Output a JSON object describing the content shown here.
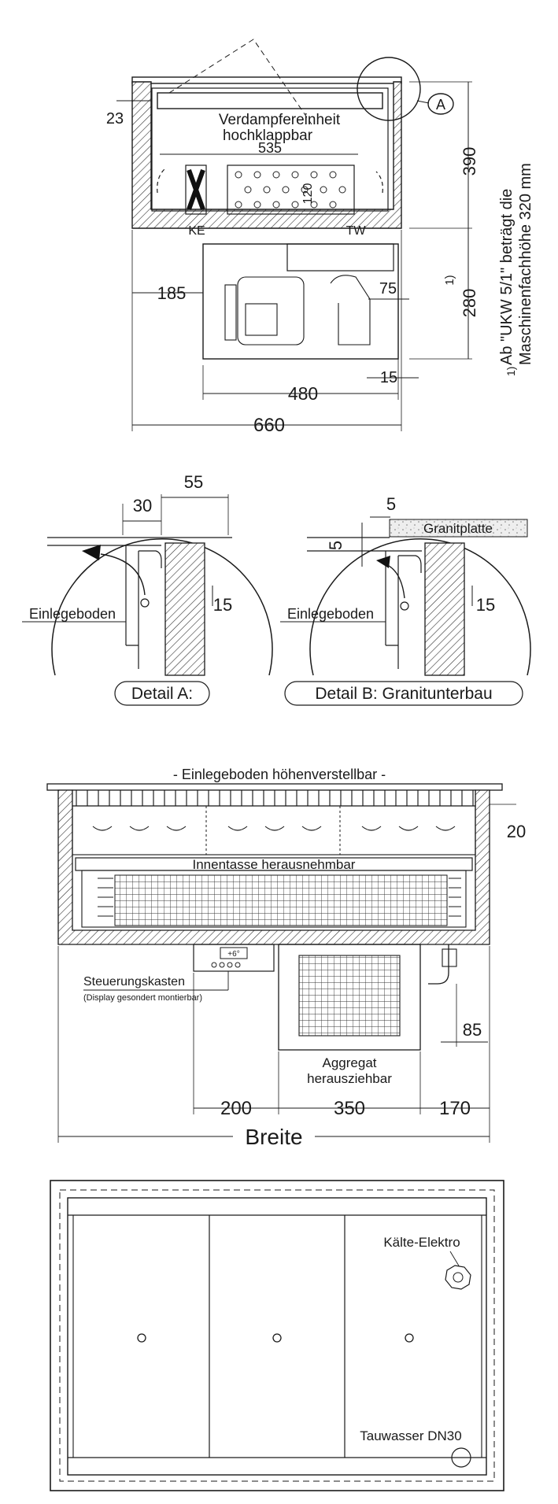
{
  "section_view": {
    "evaporator_label": "Verdampfereinheit",
    "evaporator_sub": "hochklappbar",
    "dims": {
      "d23": "23",
      "d535": "535",
      "d120": "120",
      "d390": "390",
      "d280": "280",
      "d185": "185",
      "d75": "75",
      "d480": "480",
      "d15": "15",
      "d660": "660"
    },
    "ke": "KE",
    "tw": "TW",
    "detail_marker": "A",
    "footnote_mark": "1)",
    "footnote_ref": "1)",
    "footnote_line1": "Ab \"UKW 5/1\" beträgt die",
    "footnote_line2": "Maschinenfachhöhe 320 mm"
  },
  "detail_a": {
    "label": "Detail A:",
    "d30": "30",
    "d55": "55",
    "d15": "15",
    "shelf": "Einlegeboden"
  },
  "detail_b": {
    "label": "Detail B: Granitunterbau",
    "d5a": "5",
    "d5b": "5",
    "d15": "15",
    "plate": "Granitplatte",
    "shelf": "Einlegeboden"
  },
  "front_view": {
    "title": "- Einlegeboden höhenverstellbar -",
    "inner": "Innentasse herausnehmbar",
    "control": "Steuerungskasten",
    "control_sub": "(Display gesondert montierbar)",
    "display": "+6°",
    "unit1": "Aggregat",
    "unit2": "herausziehbar",
    "d20": "20",
    "d85": "85",
    "d200": "200",
    "d350": "350",
    "d170": "170",
    "width": "Breite"
  },
  "top_view": {
    "electro": "Kälte-Elektro",
    "drain": "Tauwasser DN30"
  }
}
